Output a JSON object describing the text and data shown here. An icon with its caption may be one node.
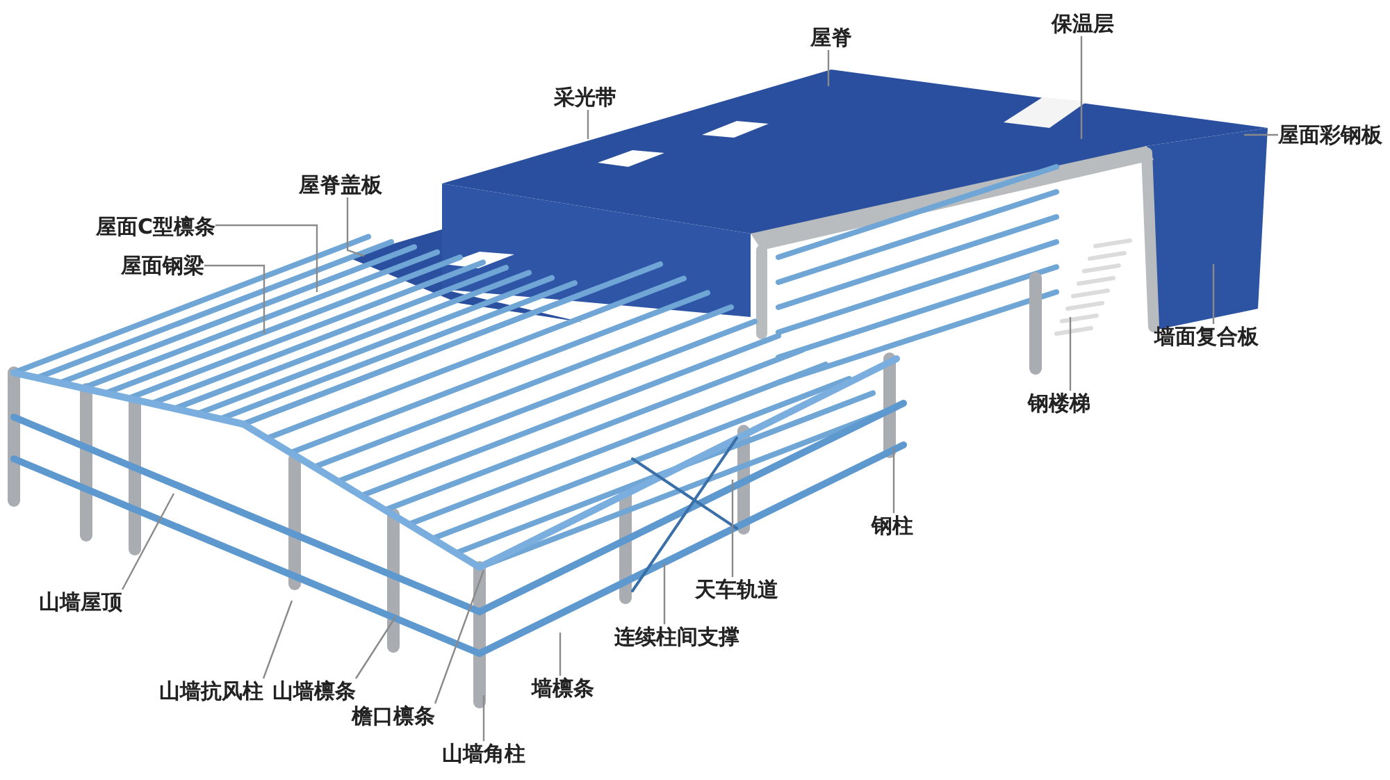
{
  "diagram": {
    "nodes": [
      {
        "text": [
          "屋脊"
        ]
      },
      {
        "text": [
          "保温层"
        ]
      },
      {
        "text": [
          "采光带"
        ]
      },
      {
        "text": [
          "屋面彩钢板"
        ]
      },
      {
        "text": [
          "屋脊盖板"
        ]
      },
      {
        "text": [
          "屋面C型檩条"
        ]
      },
      {
        "text": [
          "屋面钢梁"
        ]
      },
      {
        "text": [
          "墙面复合板"
        ]
      },
      {
        "text": [
          "钢楼梯"
        ]
      },
      {
        "text": [
          "钢柱"
        ]
      },
      {
        "text": [
          "山墙屋顶"
        ]
      },
      {
        "text": [
          "天车轨道"
        ]
      },
      {
        "text": [
          "连续柱间支撑"
        ]
      },
      {
        "text": [
          "山墙抗风柱"
        ]
      },
      {
        "text": [
          "山墙檩条"
        ]
      },
      {
        "text": [
          "墙檩条"
        ]
      },
      {
        "text": [
          "檐口檩条"
        ]
      },
      {
        "text": [
          "山墙角柱"
        ]
      }
    ],
    "edges": [
      {
        "from": 0,
        "to": null,
        "arrow": "none"
      },
      {
        "from": 1,
        "to": null,
        "arrow": "none"
      },
      {
        "from": 2,
        "to": null,
        "arrow": "none"
      },
      {
        "from": 3,
        "to": null,
        "arrow": "none"
      },
      {
        "from": 4,
        "to": null,
        "arrow": "none"
      },
      {
        "from": 5,
        "to": null,
        "arrow": "none"
      },
      {
        "from": 6,
        "to": null,
        "arrow": "none"
      },
      {
        "from": 7,
        "to": null,
        "arrow": "none"
      },
      {
        "from": 8,
        "to": null,
        "arrow": "none"
      },
      {
        "from": 9,
        "to": null,
        "arrow": "none"
      },
      {
        "from": 10,
        "to": null,
        "arrow": "none"
      },
      {
        "from": 11,
        "to": null,
        "arrow": "none"
      },
      {
        "from": 12,
        "to": null,
        "arrow": "none"
      },
      {
        "from": 13,
        "to": null,
        "arrow": "none"
      },
      {
        "from": 14,
        "to": null,
        "arrow": "none"
      },
      {
        "from": 15,
        "to": null,
        "arrow": "none"
      },
      {
        "from": 16,
        "to": null,
        "arrow": "none"
      },
      {
        "from": 17,
        "to": null,
        "arrow": "none"
      }
    ]
  }
}
